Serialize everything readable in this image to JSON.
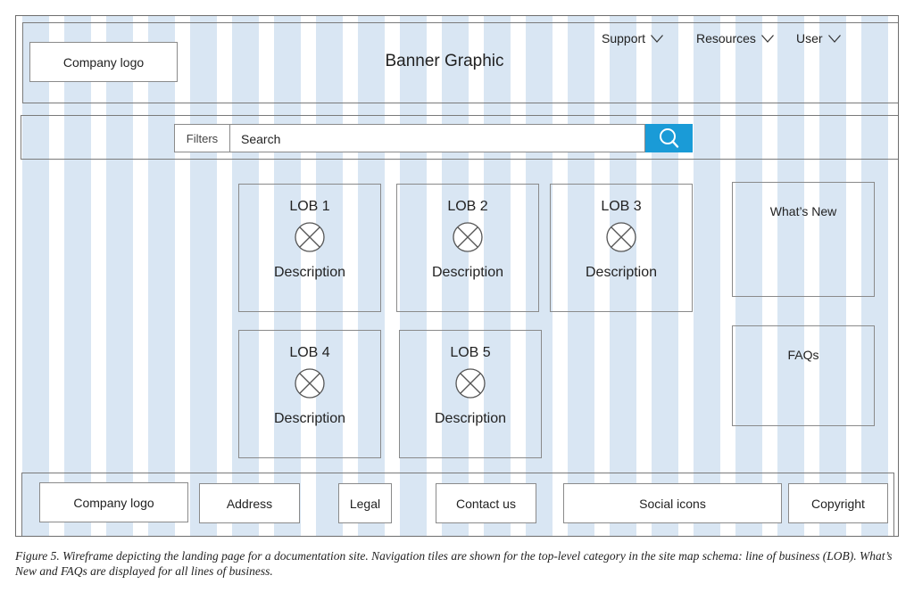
{
  "header": {
    "logo": "Company logo",
    "banner": "Banner Graphic",
    "nav": [
      {
        "label": "Support"
      },
      {
        "label": "Resources"
      },
      {
        "label": "User"
      }
    ]
  },
  "search_bar": {
    "filters_label": "Filters",
    "search_label": "Search",
    "search_icon": "magnifier-icon",
    "accent_color": "#1a9bd7"
  },
  "tiles": [
    {
      "title": "LOB 1",
      "description": "Description",
      "icon": "placeholder-x-icon"
    },
    {
      "title": "LOB 2",
      "description": "Description",
      "icon": "placeholder-x-icon"
    },
    {
      "title": "LOB 3",
      "description": "Description",
      "icon": "placeholder-x-icon"
    },
    {
      "title": "LOB 4",
      "description": "Description",
      "icon": "placeholder-x-icon"
    },
    {
      "title": "LOB 5",
      "description": "Description",
      "icon": "placeholder-x-icon"
    }
  ],
  "side_panels": {
    "whats_new": "What’s New",
    "faqs": "FAQs"
  },
  "footer": {
    "logo": "Company logo",
    "address": "Address",
    "legal": "Legal",
    "contact": "Contact us",
    "social": "Social icons",
    "copyright": "Copyright"
  },
  "caption": "Figure 5. Wireframe depicting the landing page for a documentation site. Navigation tiles are shown for the top-level category in the site map schema: line of business (LOB). What’s New and FAQs are displayed for all lines of business.",
  "colors": {
    "grid_column": "#d9e6f3",
    "border": "#8a8a8a"
  }
}
